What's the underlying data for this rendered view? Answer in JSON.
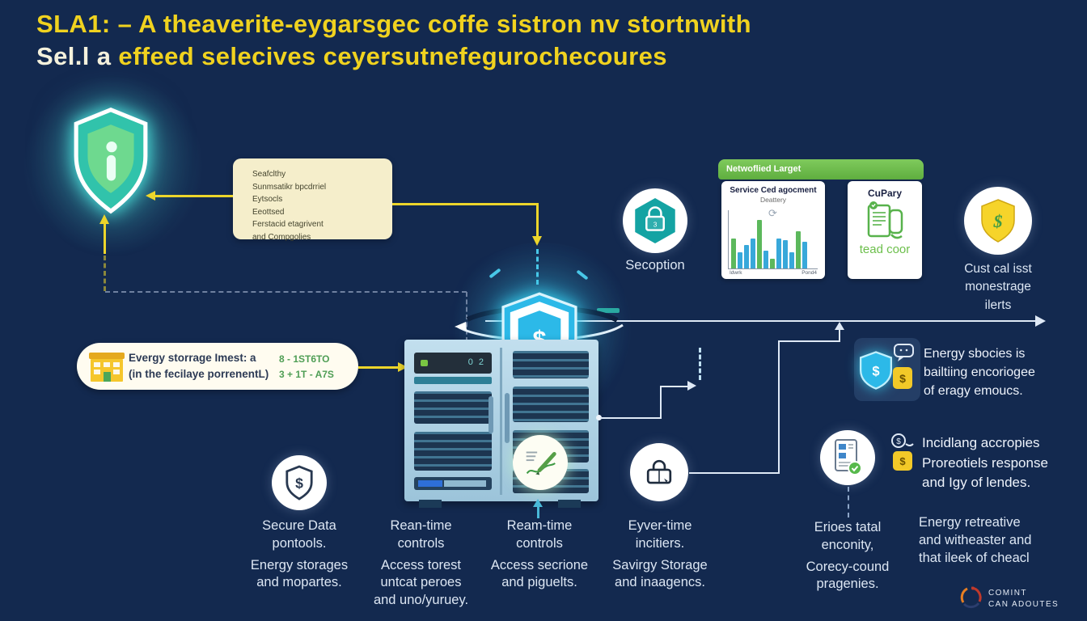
{
  "title": {
    "line1": "SLA1: – A theaverite-eygarsgec coffe sistron nv stortnwith",
    "line2_lead": "Sel.l a",
    "line2_rest": " effeed selecives ceyersutnefegurochecoures"
  },
  "info_box": {
    "lines": [
      "Seafclthy",
      "Sunmsatikr bpcdrriel",
      "Eytsocls",
      "Eeottsed",
      "Ferstacid etagrivent",
      "and Compgolies"
    ]
  },
  "secoption_label": "Secoption",
  "panel": {
    "header": "Netwoflied Larget",
    "policy_card": {
      "title": "CuPary",
      "caption": "tead coor"
    }
  },
  "alerts_label": {
    "l1": "Cust cal isst",
    "l2": "monestrage",
    "l3": "ilerts"
  },
  "storage_pill": {
    "line1": "Evergy storrage Imest: a",
    "line2": "(in the fecilaye porrenentL)",
    "code1": "8 - 1ST6TO",
    "code2": "3 + 1T - A7S"
  },
  "server": {
    "display": "0 2"
  },
  "badge_energy": {
    "l1": "Energy sbocies is",
    "l2": "bailtiing encoriogee",
    "l3": "of eragy emoucs."
  },
  "badge_incident": {
    "l1": "Incidlang accropies",
    "l2": "Proreotiels response",
    "l3": "and Igy of lendes."
  },
  "columns": {
    "c1": {
      "lines": [
        "Secure Data",
        "pontools.",
        "Energy storages",
        "and mopartes."
      ]
    },
    "c2": {
      "lines": [
        "Rean-time",
        "controls",
        "Access torest",
        "untcat peroes",
        "and uno/yuruey."
      ]
    },
    "c3": {
      "lines": [
        "Ream-time",
        "controls",
        "Access secrione",
        "and piguelts."
      ]
    },
    "c4": {
      "lines": [
        "Eyver-time",
        "incitiers.",
        "Savirgy Storage",
        "and inaagencs."
      ]
    },
    "c5": {
      "lines": [
        "Erioes tatal",
        "enconity,",
        "Corecy-cound",
        "pragenies."
      ]
    },
    "c6": {
      "lines": [
        "Energy retreative",
        "and witheaster and",
        "that ileek of cheacl"
      ]
    }
  },
  "logo": {
    "line1": "COMINT",
    "line2": "CAN ADOUTES"
  },
  "colors": {
    "bg": "#13294f",
    "accent_yellow": "#ecd52b",
    "title_yellow": "#f0d21f",
    "teal_shield": "#31c3ab",
    "cyan_shield": "#2cb9e8",
    "green_header": "#6abf4b",
    "bar_green": "#5cb85c",
    "bar_blue": "#38a8da",
    "cream": "#f5eecb",
    "line_white": "#dfe9f6"
  },
  "chart_data": {
    "type": "bar",
    "title": "Service Ced agocment",
    "subtitle": "Deattery",
    "x_tick_left": "Idwrk",
    "x_tick_right": "Pond4",
    "values": [
      55,
      30,
      42,
      55,
      88,
      32,
      18,
      55,
      52,
      30,
      68,
      48
    ],
    "colors": [
      "green",
      "blue",
      "blue",
      "blue",
      "green",
      "blue",
      "green",
      "blue",
      "blue",
      "blue",
      "green",
      "blue"
    ],
    "ylim": [
      0,
      100
    ],
    "grid": false,
    "legend": "none"
  }
}
